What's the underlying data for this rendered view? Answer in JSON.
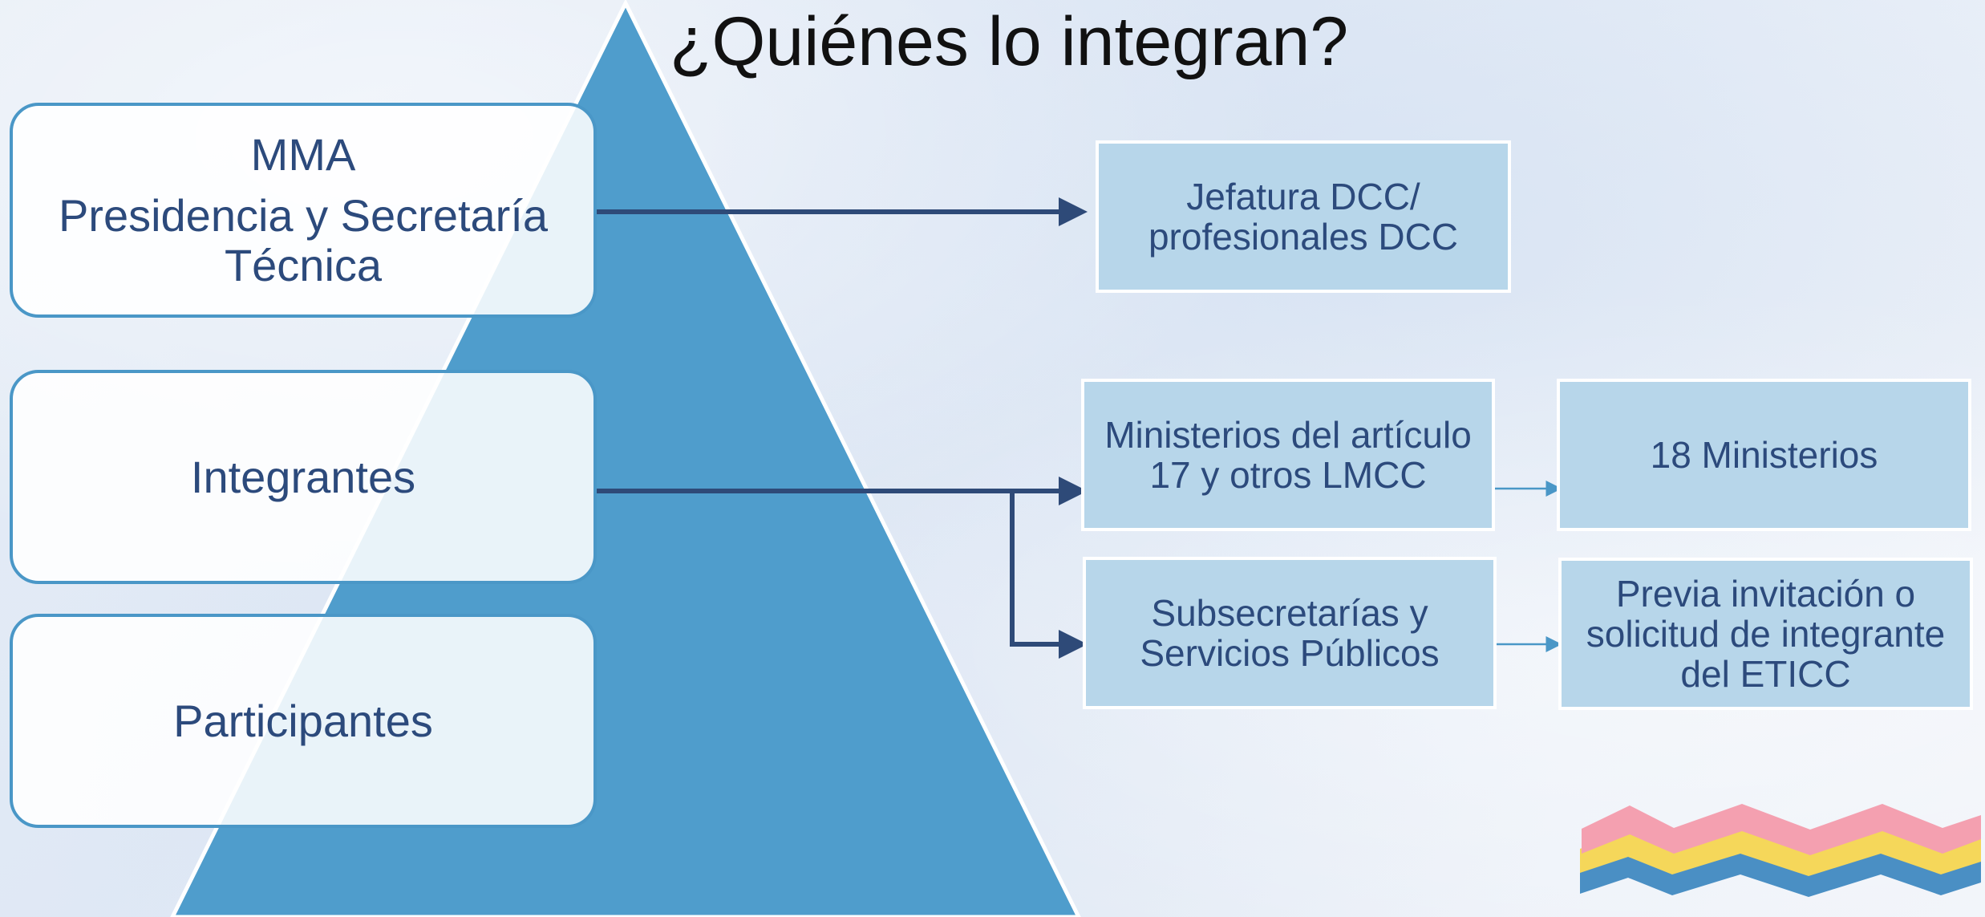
{
  "title": "¿Quiénes lo integran?",
  "levels": [
    {
      "lines": [
        "MMA",
        "Presidencia y Secretaría Técnica"
      ]
    },
    {
      "label": "Integrantes"
    },
    {
      "label": "Participantes"
    }
  ],
  "targets": {
    "jefatura": "Jefatura DCC/ profesionales DCC",
    "ministerios_art17": "Ministerios del artículo 17 y otros LMCC",
    "subsecretarias": "Subsecretarías y Servicios Públicos",
    "dieciocho": "18 Ministerios",
    "previa": "Previa invitación o solicitud de integrante del ETICC"
  },
  "colors": {
    "pyramid": "#4f9dcc",
    "box_fill": "#b7d6ea",
    "text": "#2c4a7c",
    "arrow_main": "#2e4a78",
    "arrow_small": "#4a97c7",
    "deco_pink": "#f4a0b0",
    "deco_yellow": "#f5d75a",
    "deco_blue": "#4a8fc4"
  }
}
